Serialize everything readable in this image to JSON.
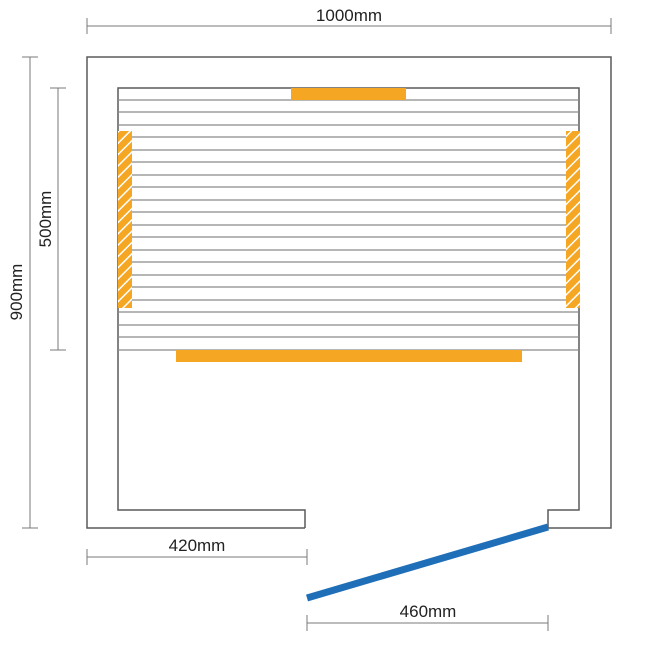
{
  "dimensions": {
    "width_label": "1000mm",
    "depth_label": "900mm",
    "bench_label": "500mm",
    "front_wall_label": "420mm",
    "door_label": "460mm"
  },
  "colors": {
    "outline": "#5a5a5a",
    "dimension_line": "#7a7a7a",
    "bench_slat": "#8a8a8a",
    "heater": "#f5a623",
    "heater_hatch": "#ffffff",
    "door": "#1f6fb8",
    "text": "#222222"
  }
}
